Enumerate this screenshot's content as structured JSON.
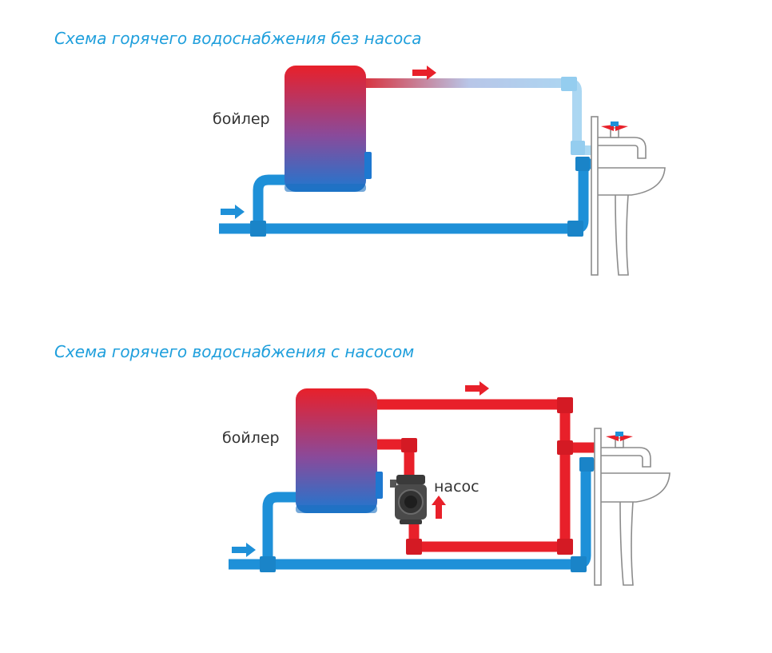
{
  "schemes": [
    {
      "title": "Схема горячего водоснабжения без насоса",
      "boiler_label": "бойлер"
    },
    {
      "title": "Схема горячего водоснабжения с насосом",
      "boiler_label": "бойлер",
      "pump_label": "насос"
    }
  ],
  "colors": {
    "title": "#1f9fdc",
    "hot_pipe": "#e8202a",
    "cold_pipe": "#1e90d8",
    "light_pipe": "#a9daf4",
    "boiler_top": "#e8202a",
    "boiler_bottom": "#1e78d0",
    "fixture": "#8c8c8c"
  }
}
